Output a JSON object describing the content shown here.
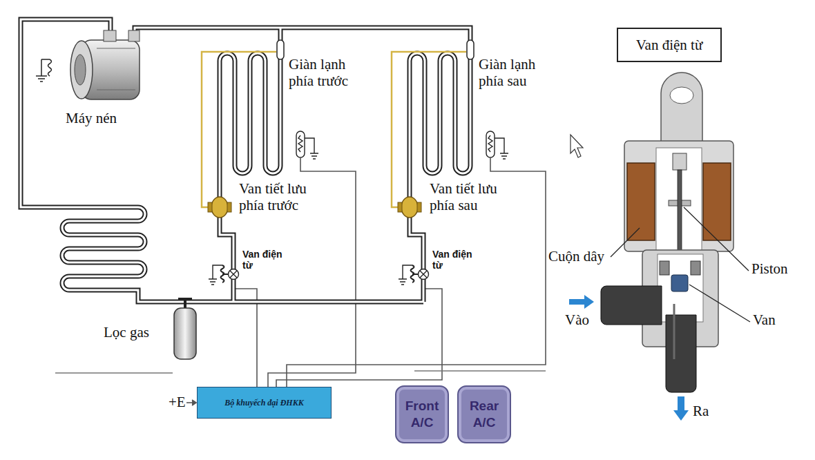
{
  "diagram": {
    "nodes": [
      {
        "text": [
          "Van điện từ"
        ]
      },
      {
        "text": [
          "Bộ khuyếch đại ĐHKK"
        ]
      },
      {
        "text": [
          "Front A/C"
        ]
      },
      {
        "text": [
          "Rear A/C"
        ]
      }
    ],
    "labels": [
      "Máy nén",
      "Giàn lạnh phía trước",
      "Giàn lạnh phía sau",
      "Van tiết lưu phía trước",
      "Van tiết lưu phía sau",
      "Van điện từ",
      "Van điện từ",
      "Lọc gas",
      "+E",
      "Cuộn dây",
      "Piston",
      "Vào",
      "Van",
      "Ra"
    ]
  }
}
